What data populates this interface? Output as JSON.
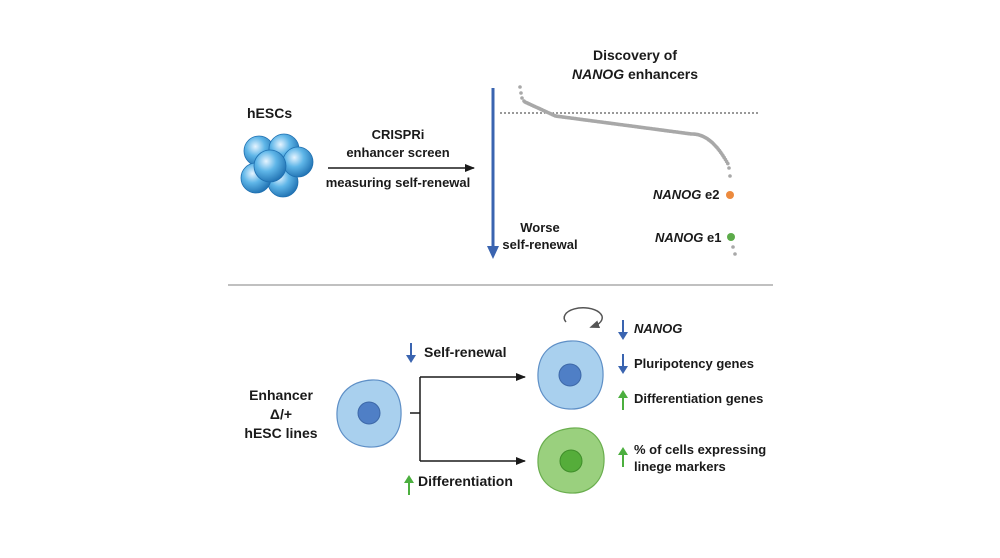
{
  "top": {
    "hescs_label": "hESCs",
    "screen_line1": "CRISPRi",
    "screen_line2": "enhancer screen",
    "screen_line3": "measuring self-renewal",
    "discovery_line1": "Discovery of",
    "discovery_gene": "NANOG",
    "discovery_suffix": "enhancers",
    "worse_line1": "Worse",
    "worse_line2": "self-renewal",
    "hit_e2_gene": "NANOG",
    "hit_e2_suffix": "e2",
    "hit_e1_gene": "NANOG",
    "hit_e1_suffix": "e1"
  },
  "bottom": {
    "enhancer_line1": "Enhancer",
    "enhancer_line2": "Δ/+",
    "enhancer_line3": "hESC lines",
    "self_renewal_label": "Self-renewal",
    "differentiation_label": "Differentiation",
    "nanog_label": "NANOG",
    "pluripotency_label": "Pluripotency genes",
    "diff_genes_label": "Differentiation genes",
    "pct_line1": "% of cells expressing",
    "pct_line2": "linege markers"
  },
  "colors": {
    "cell_blue_fill": "#a9d0ee",
    "cell_blue_nucleus": "#4f7fc6",
    "cell_green_fill": "#9ad07e",
    "cell_green_nucleus": "#55ad3a",
    "arrow_blue": "#3a64b0",
    "arrow_green": "#4caf3f",
    "hit_orange": "#ec8a3e",
    "hit_green": "#5cab4a",
    "rank_gray": "#a8a8a8"
  },
  "icons": [
    "hesc-cluster-icon",
    "self-renewal-cycle-icon",
    "down-arrow-icon",
    "up-arrow-icon"
  ]
}
